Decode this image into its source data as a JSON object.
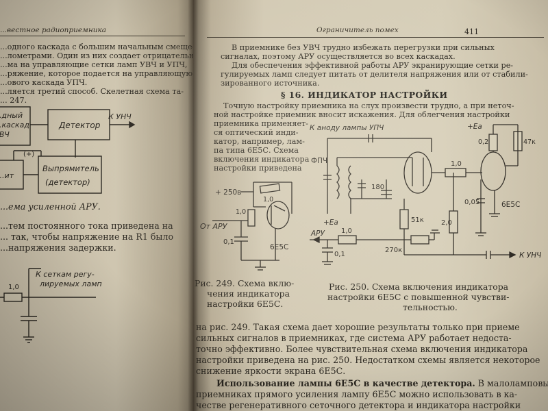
{
  "left_page": {
    "header": "...вестное радиоприемника",
    "lines": [
      "...одного каскада с большим начальным смеще-",
      "...лометрами. Один из них создает отрицательное",
      "...ма на управляющие сетки ламп УВЧ и УПЧ,",
      "...ряжение, которое подается на управляющую",
      "...ового каскада УПЧ.",
      "...ляется третий способ. Скелетная схема та-",
      "... 247."
    ],
    "diagram": {
      "block1": "...дный\n...каскад\nУВЧ",
      "detector": "Детектор",
      "to_uhch": "К УНЧ",
      "plus_mark": "(+)",
      "block2": "...ит",
      "rectifier": "Выпрямитель\n(детектор)"
    },
    "caption": "...ема усиленной АРУ.",
    "lines2": [
      "...тем постоянного тока приведена на",
      "... так, чтобы напряжение на R1 было",
      "...напряжения задержки."
    ],
    "diagram2": {
      "resistor": "1,0",
      "label": "К сеткам регу-\nлируемых ламп"
    }
  },
  "right_page": {
    "header": "Ограничитель помех",
    "page_number": "411",
    "para1": [
      "В приемнике без УВЧ трудно избежать перегрузки при сильных",
      "сигналах, поэтому АРУ осуществляется во всех каскадах.",
      "Для обеспечения эффективной работы АРУ экранирующие сетки ре-",
      "гулируемых ламп следует питать от делителя напряжения или от стабили-",
      "зированного источника."
    ],
    "section_heading": "§ 16. ИНДИКАТОР НАСТРОЙКИ",
    "para2_full": [
      "Точную настройку приемника на слух произвести трудно, а при неточ-",
      "ной настройке приемник вносит искажения. Для облегчения настройки"
    ],
    "para2_narrow": [
      "приемника применяет-",
      "ся оптический инди-",
      "катор, например, лам-",
      "па типа 6Е5С. Схема",
      "включения индикатора",
      "настройки приведена"
    ],
    "fig249": {
      "supply": "+ 250в",
      "r_top": "1,0",
      "r_left": "1,0",
      "input": "От АРУ",
      "cap": "0,1",
      "tube": "6Е5С"
    },
    "fig250": {
      "anode": "К аноду лампы УПЧ",
      "ea_top": "+Eа",
      "fpch": "ФПЧ",
      "r1": "0,2",
      "r2": "47к",
      "r3": "1,0",
      "c180": "180",
      "c005": "0,05",
      "tube": "6Е5С",
      "ea_bottom": "+Eа",
      "r51k": "51к",
      "r20": "2,0",
      "aru": "АРУ",
      "r_aru": "1,0",
      "c01": "0,1",
      "r270k": "270к",
      "to_unch": "К УНЧ"
    },
    "caption249": [
      "Рис. 249. Схема вклю-",
      "чения индикатора",
      "настройки 6Е5С."
    ],
    "caption250": [
      "Рис. 250. Схема включения индикатора",
      "настройки 6Е5С с повышенной чувстви-",
      "тельностью."
    ],
    "para3": [
      "на рис. 249. Такая схема дает хорошие результаты только при приеме",
      "сильных сигналов в приемниках, где система АРУ работает недоста-",
      "точно эффективно. Более чувствительная схема включения индикатора",
      "настройки приведена на рис. 250. Недостатком схемы является некоторое",
      "снижение яркости экрана 6Е5С."
    ],
    "para4_bold": "Использование лампы 6Е5С в качестве детектора.",
    "para4_rest": " В малоламповых",
    "para4": [
      "приемниках прямого усиления лампу 6Е5С можно использовать в ка-",
      "честве регенеративного сеточного детектора и индикатора настройки"
    ]
  }
}
